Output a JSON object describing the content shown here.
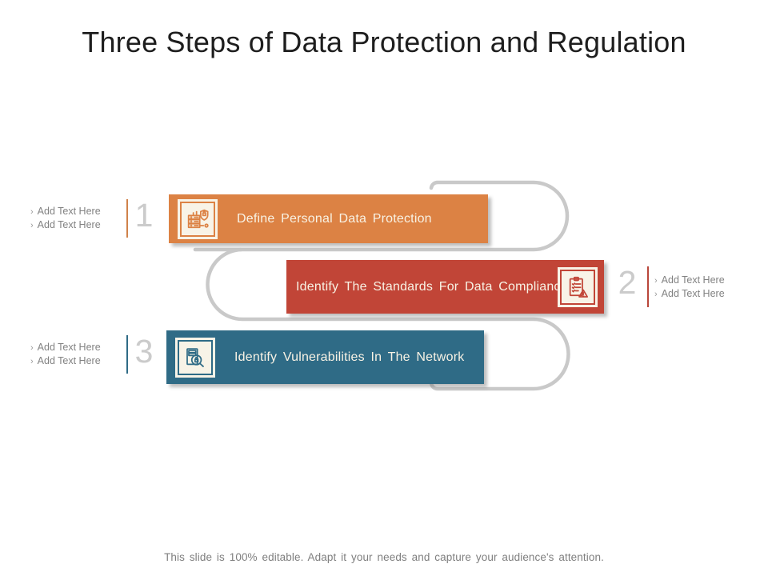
{
  "title": "Three Steps of Data Protection and Regulation",
  "footer": "This slide is 100% editable. Adapt it your needs and capture your audience's attention.",
  "bullet_char": "›",
  "colors": {
    "step1_orange": "#DC8244",
    "step2_red": "#C14537",
    "step3_blue": "#2F6B86",
    "track_gray": "#C9C9C9",
    "number_gray": "#CBCBCB",
    "placeholder_gray": "#828282",
    "bar_text_cream": "#F8F2E4",
    "title_black": "#1E1E1E"
  },
  "steps": [
    {
      "number": "1",
      "label": "Define Personal Data Protection",
      "icon": "server-shield-icon",
      "bullets": [
        "Add Text Here",
        "Add Text Here"
      ],
      "side": "left"
    },
    {
      "number": "2",
      "label": "Identify The Standards For Data Compliance",
      "icon": "clipboard-warning-icon",
      "bullets": [
        "Add Text Here",
        "Add Text Here"
      ],
      "side": "right"
    },
    {
      "number": "3",
      "label": "Identify Vulnerabilities In The Network",
      "icon": "search-lock-icon",
      "bullets": [
        "Add Text Here",
        "Add Text Here"
      ],
      "side": "left"
    }
  ]
}
